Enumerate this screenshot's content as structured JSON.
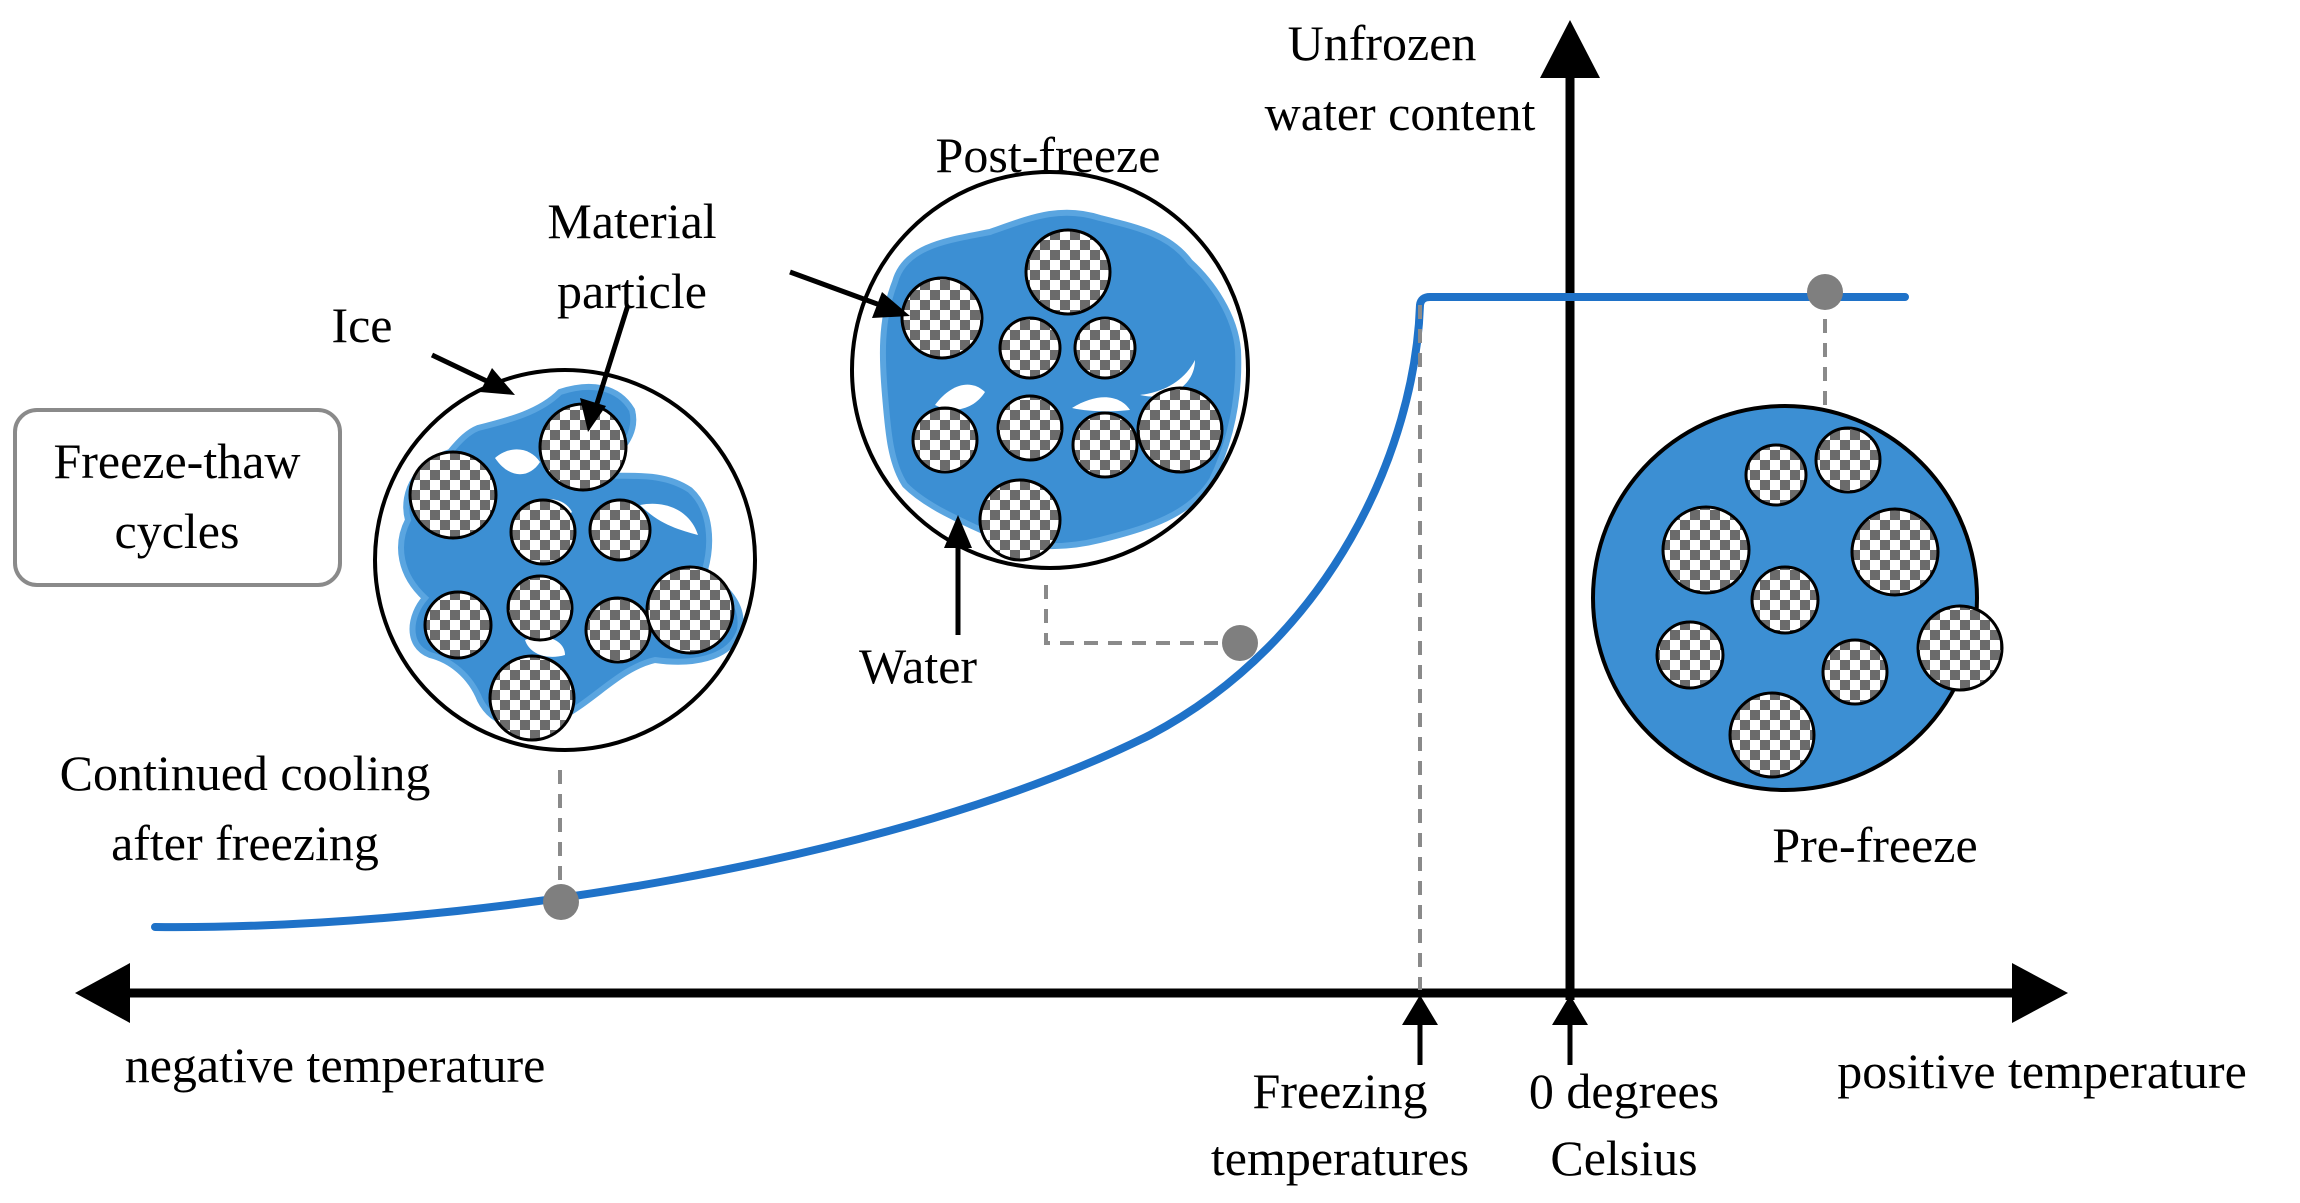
{
  "colors": {
    "water_blue": "#3c8fd3",
    "ice_outline_blue": "#5aa5e0",
    "curve_blue": "#1f72c8",
    "marker_gray": "#7f7f7f",
    "axis": "#000000"
  },
  "axes": {
    "y_label_line1": "Unfrozen",
    "y_label_line2": "water content",
    "x_left_label": "negative temperature",
    "x_right_label": "positive temperature",
    "tick_freezing_line1": "Freezing",
    "tick_freezing_line2": "temperatures",
    "tick_zero_line1": "0 degrees",
    "tick_zero_line2": "Celsius"
  },
  "states": {
    "pre_freeze": "Pre-freeze",
    "post_freeze": "Post-freeze",
    "continued_line1": "Continued cooling",
    "continued_line2": "after freezing"
  },
  "callouts": {
    "material_line1": "Material",
    "material_line2": "particle",
    "ice": "Ice",
    "water": "Water"
  },
  "box": {
    "line1": "Freeze-thaw",
    "line2": "cycles"
  },
  "icons": [
    "checkerboard-particle-pattern",
    "arrowhead-icon",
    "gray-dot-marker"
  ]
}
